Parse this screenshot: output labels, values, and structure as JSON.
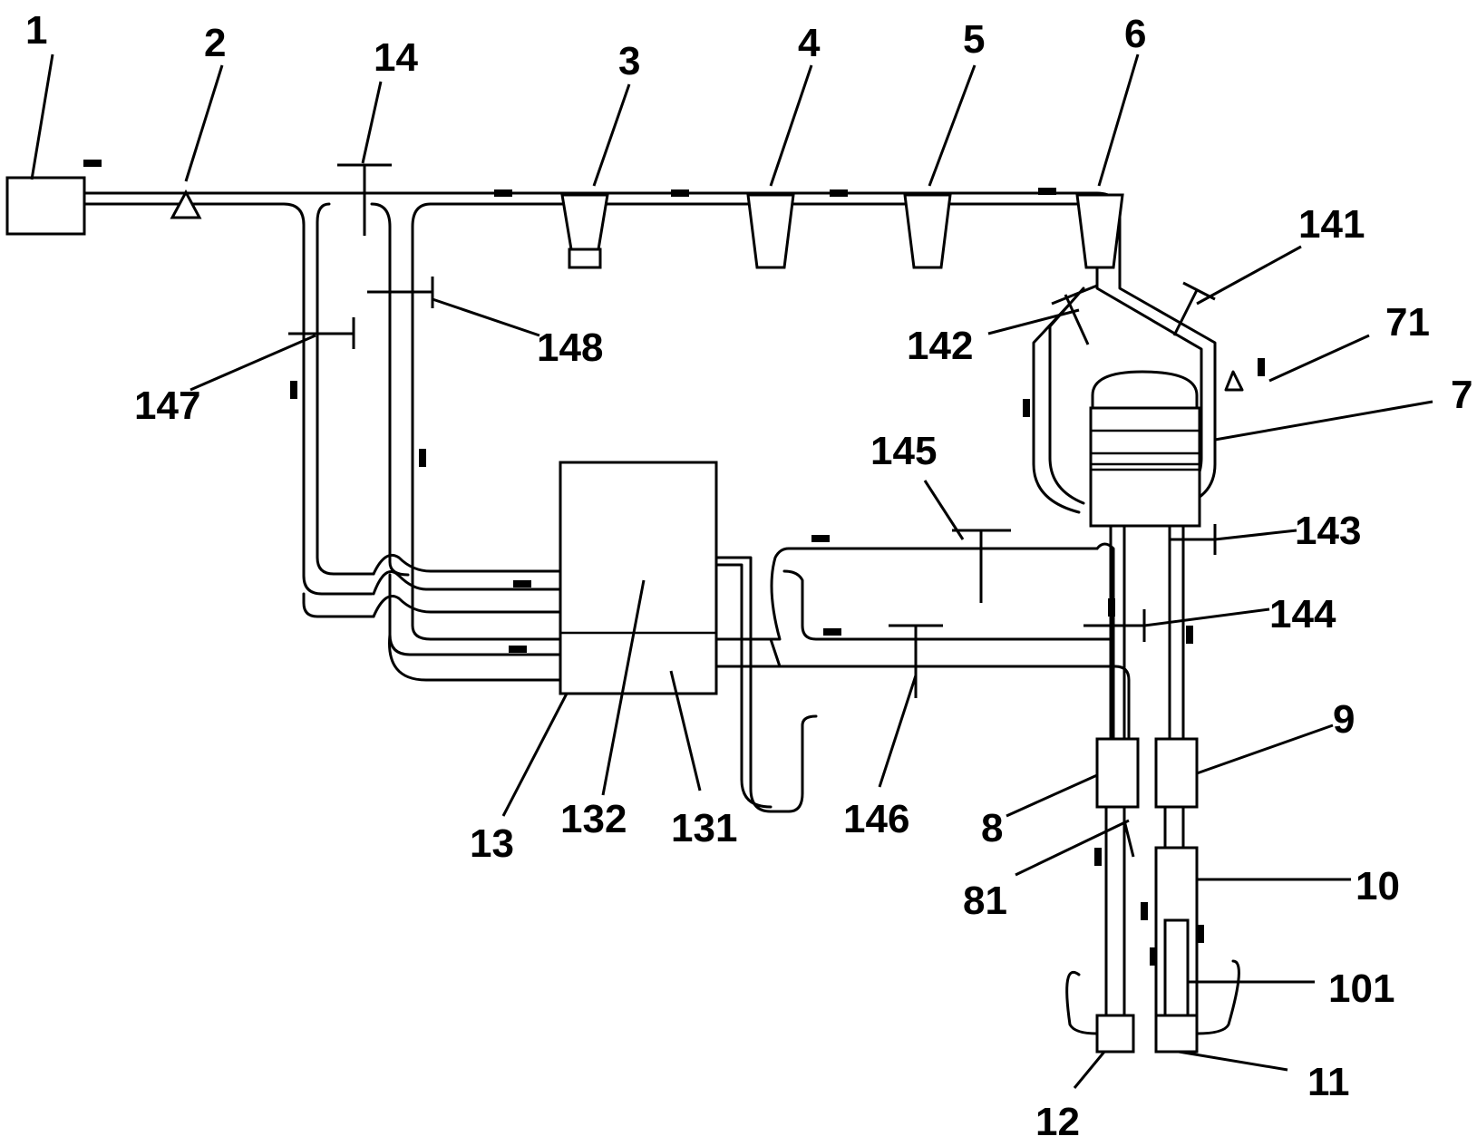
{
  "labels": [
    {
      "id": "l1",
      "text": "1"
    },
    {
      "id": "l2",
      "text": "2"
    },
    {
      "id": "l14",
      "text": "14"
    },
    {
      "id": "l3",
      "text": "3"
    },
    {
      "id": "l4",
      "text": "4"
    },
    {
      "id": "l5",
      "text": "5"
    },
    {
      "id": "l6",
      "text": "6"
    },
    {
      "id": "l141",
      "text": "141"
    },
    {
      "id": "l71",
      "text": "71"
    },
    {
      "id": "l7",
      "text": "7"
    },
    {
      "id": "l142",
      "text": "142"
    },
    {
      "id": "l148",
      "text": "148"
    },
    {
      "id": "l147",
      "text": "147"
    },
    {
      "id": "l145",
      "text": "145"
    },
    {
      "id": "l143",
      "text": "143"
    },
    {
      "id": "l144",
      "text": "144"
    },
    {
      "id": "l9",
      "text": "9"
    },
    {
      "id": "l10",
      "text": "10"
    },
    {
      "id": "l101",
      "text": "101"
    },
    {
      "id": "l11",
      "text": "11"
    },
    {
      "id": "l12",
      "text": "12"
    },
    {
      "id": "l81",
      "text": "81"
    },
    {
      "id": "l8",
      "text": "8"
    },
    {
      "id": "l146",
      "text": "146"
    },
    {
      "id": "l131",
      "text": "131"
    },
    {
      "id": "l132",
      "text": "132"
    },
    {
      "id": "l13",
      "text": "13"
    }
  ]
}
